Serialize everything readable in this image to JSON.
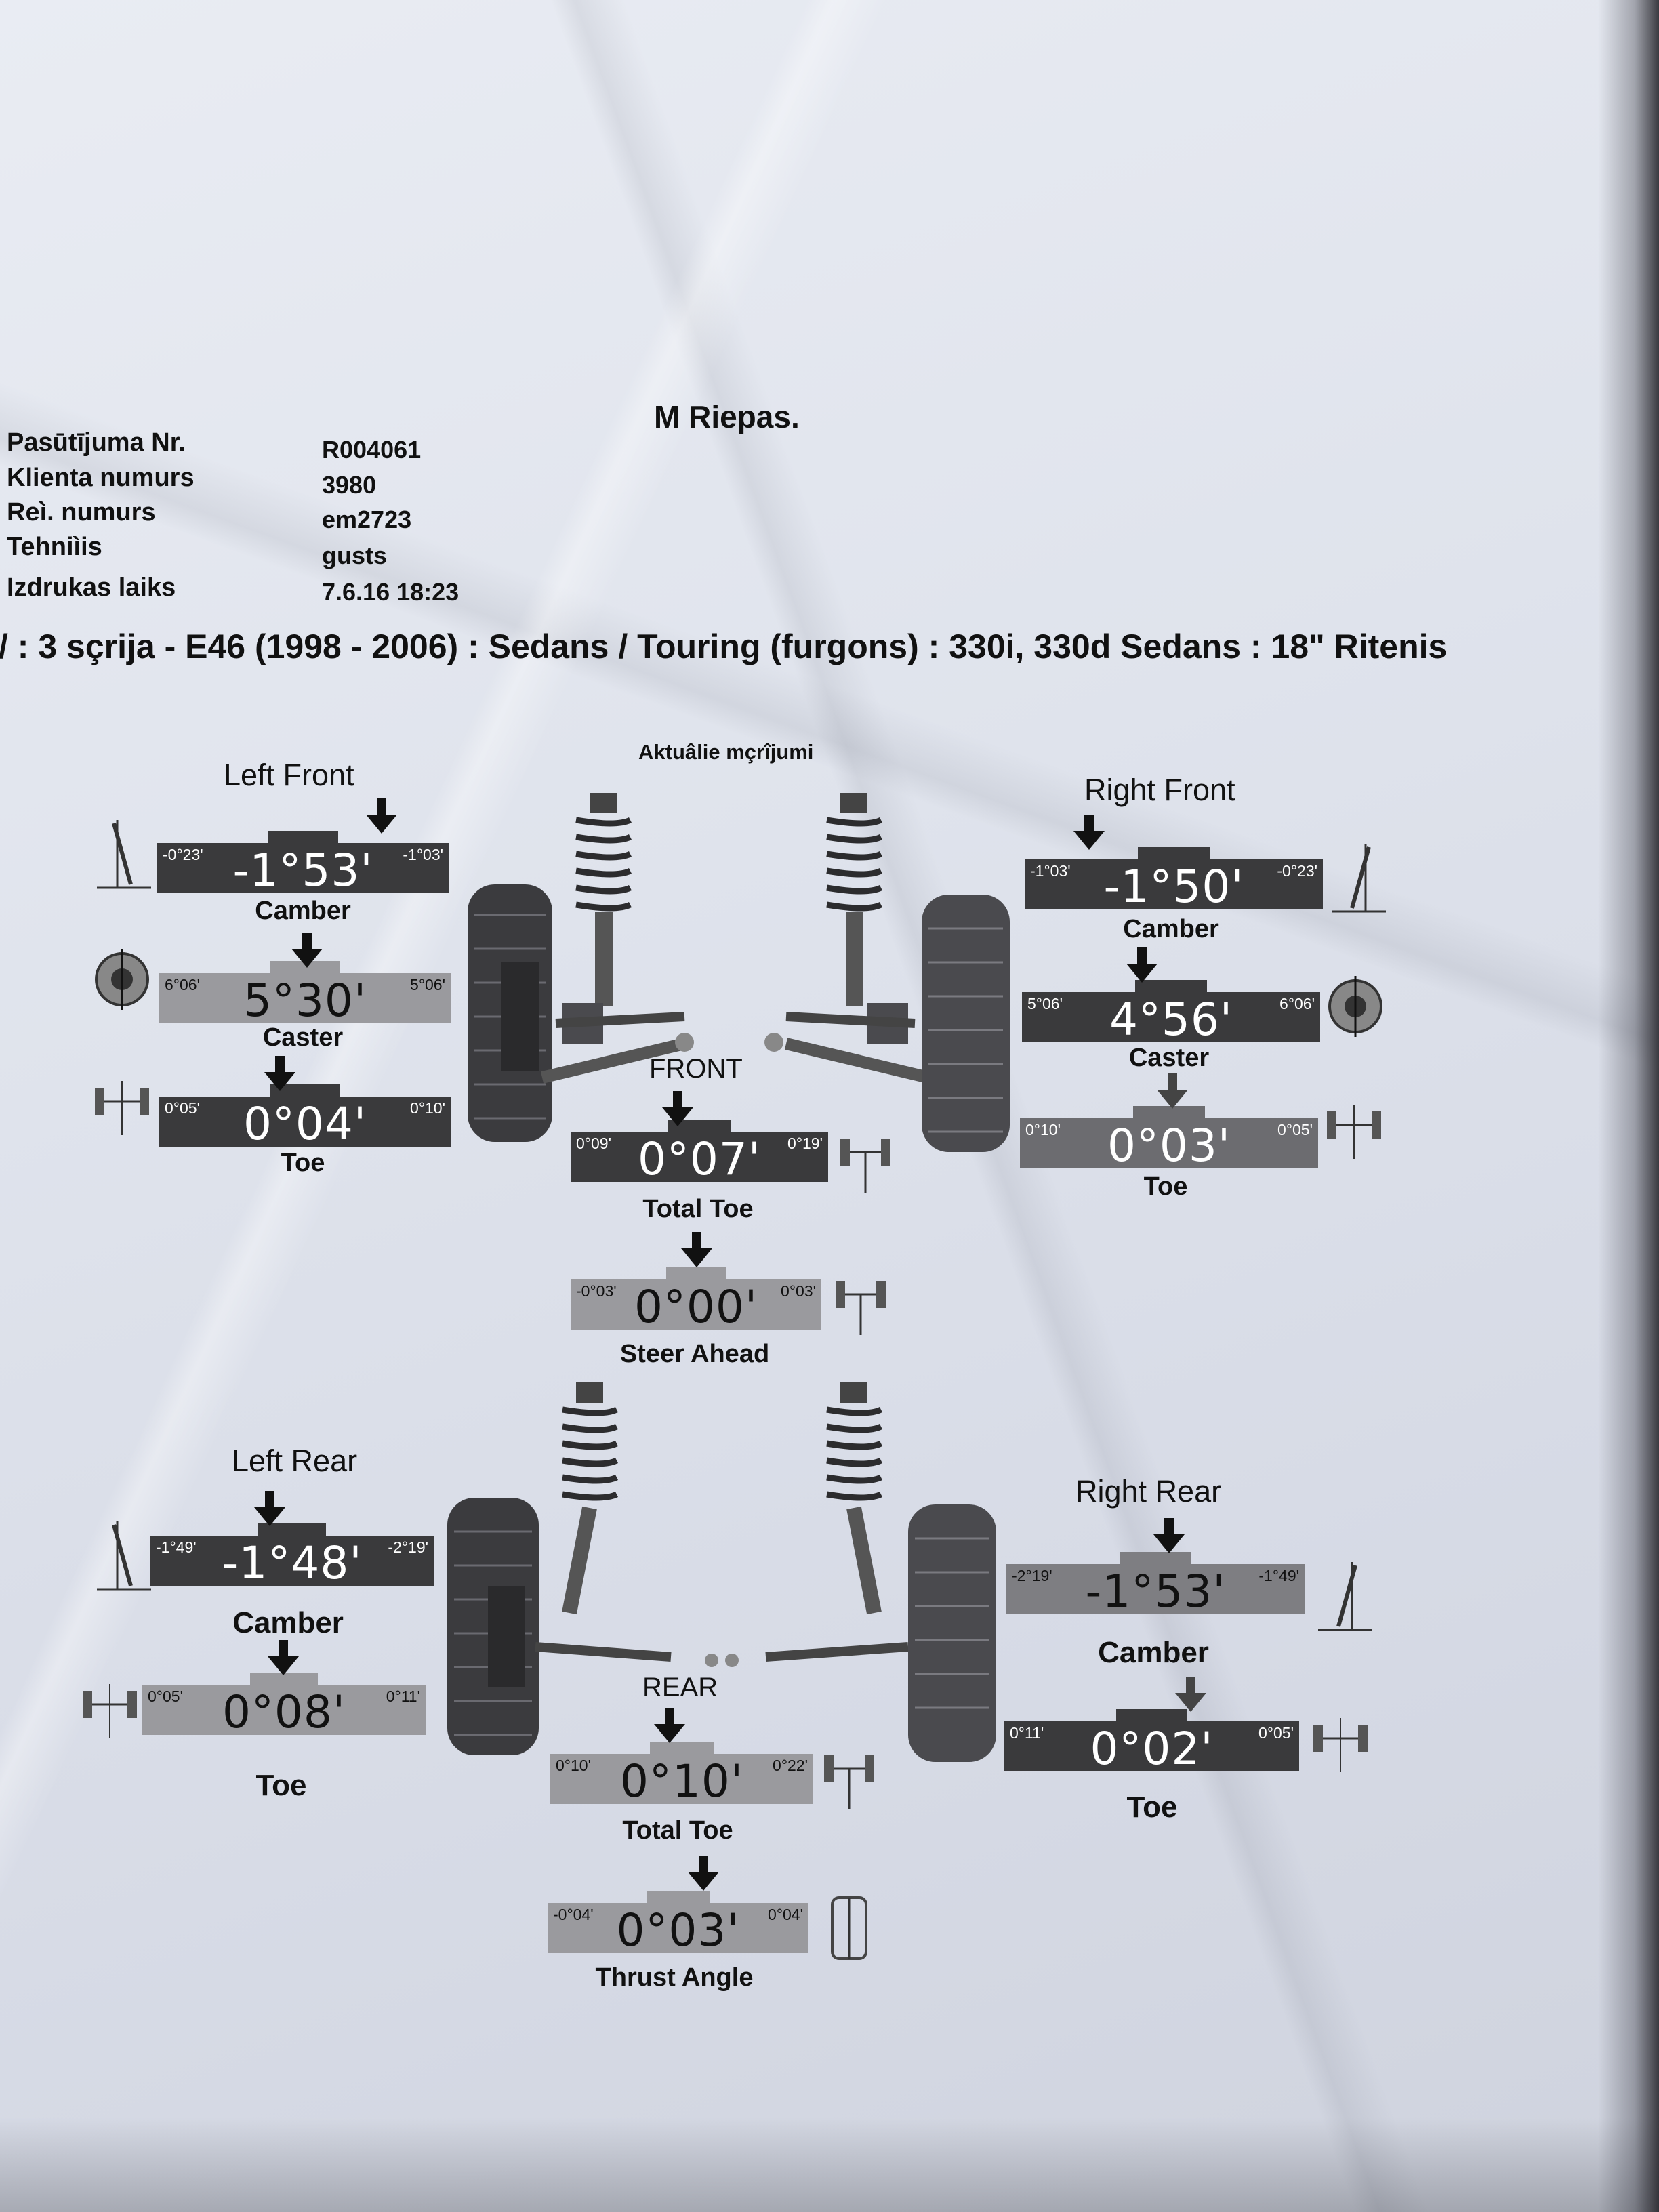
{
  "header": {
    "shop_name": "M Riepas.",
    "fields": [
      {
        "label": "Pasūtījuma Nr.",
        "value": "R004061"
      },
      {
        "label": "Klienta numurs",
        "value": "3980"
      },
      {
        "label": "Reì. numurs",
        "value": "em2723"
      },
      {
        "label": "Tehniìis",
        "value": "gusts"
      },
      {
        "label": "Izdrukas laiks",
        "value": "7.6.16 18:23"
      }
    ],
    "vehicle": "/ : 3 sçrija  - E46 (1998 - 2006) : Sedans / Touring (furgons) : 330i, 330d Sedans : 18\" Ritenis"
  },
  "section_caption": "Aktuâlie mçrîjumi",
  "front": {
    "axle_label": "FRONT",
    "left": {
      "label": "Left Front",
      "camber": {
        "name": "Camber",
        "min": "-0°23'",
        "max": "-1°03'",
        "value": "-1°53'"
      },
      "caster": {
        "name": "Caster",
        "min": "6°06'",
        "max": "5°06'",
        "value": "5°30'"
      },
      "toe": {
        "name": "Toe",
        "min": "0°05'",
        "max": "0°10'",
        "value": "0°04'"
      }
    },
    "right": {
      "label": "Right Front",
      "camber": {
        "name": "Camber",
        "min": "-1°03'",
        "max": "-0°23'",
        "value": "-1°50'"
      },
      "caster": {
        "name": "Caster",
        "min": "5°06'",
        "max": "6°06'",
        "value": "4°56'"
      },
      "toe": {
        "name": "Toe",
        "min": "0°10'",
        "max": "0°05'",
        "value": "0°03'"
      }
    },
    "total_toe": {
      "name": "Total Toe",
      "min": "0°09'",
      "max": "0°19'",
      "value": "0°07'"
    },
    "steer_ahead": {
      "name": "Steer Ahead",
      "min": "-0°03'",
      "max": "0°03'",
      "value": "0°00'"
    }
  },
  "rear": {
    "axle_label": "REAR",
    "left": {
      "label": "Left Rear",
      "camber": {
        "name": "Camber",
        "min": "-1°49'",
        "max": "-2°19'",
        "value": "-1°48'"
      },
      "toe": {
        "name": "Toe",
        "min": "0°05'",
        "max": "0°11'",
        "value": "0°08'"
      }
    },
    "right": {
      "label": "Right Rear",
      "camber": {
        "name": "Camber",
        "min": "-2°19'",
        "max": "-1°49'",
        "value": "-1°53'"
      },
      "toe": {
        "name": "Toe",
        "min": "0°11'",
        "max": "0°05'",
        "value": "0°02'"
      }
    },
    "total_toe": {
      "name": "Total Toe",
      "min": "0°10'",
      "max": "0°22'",
      "value": "0°10'"
    },
    "thrust_angle": {
      "name": "Thrust Angle",
      "min": "-0°04'",
      "max": "0°04'",
      "value": "0°03'"
    }
  },
  "colors": {
    "dark_gauge": "#3a3a3c",
    "mid_gauge": "#6c6c70",
    "light_gauge": "#9a9a9e",
    "paper": "#e2e6ee"
  }
}
